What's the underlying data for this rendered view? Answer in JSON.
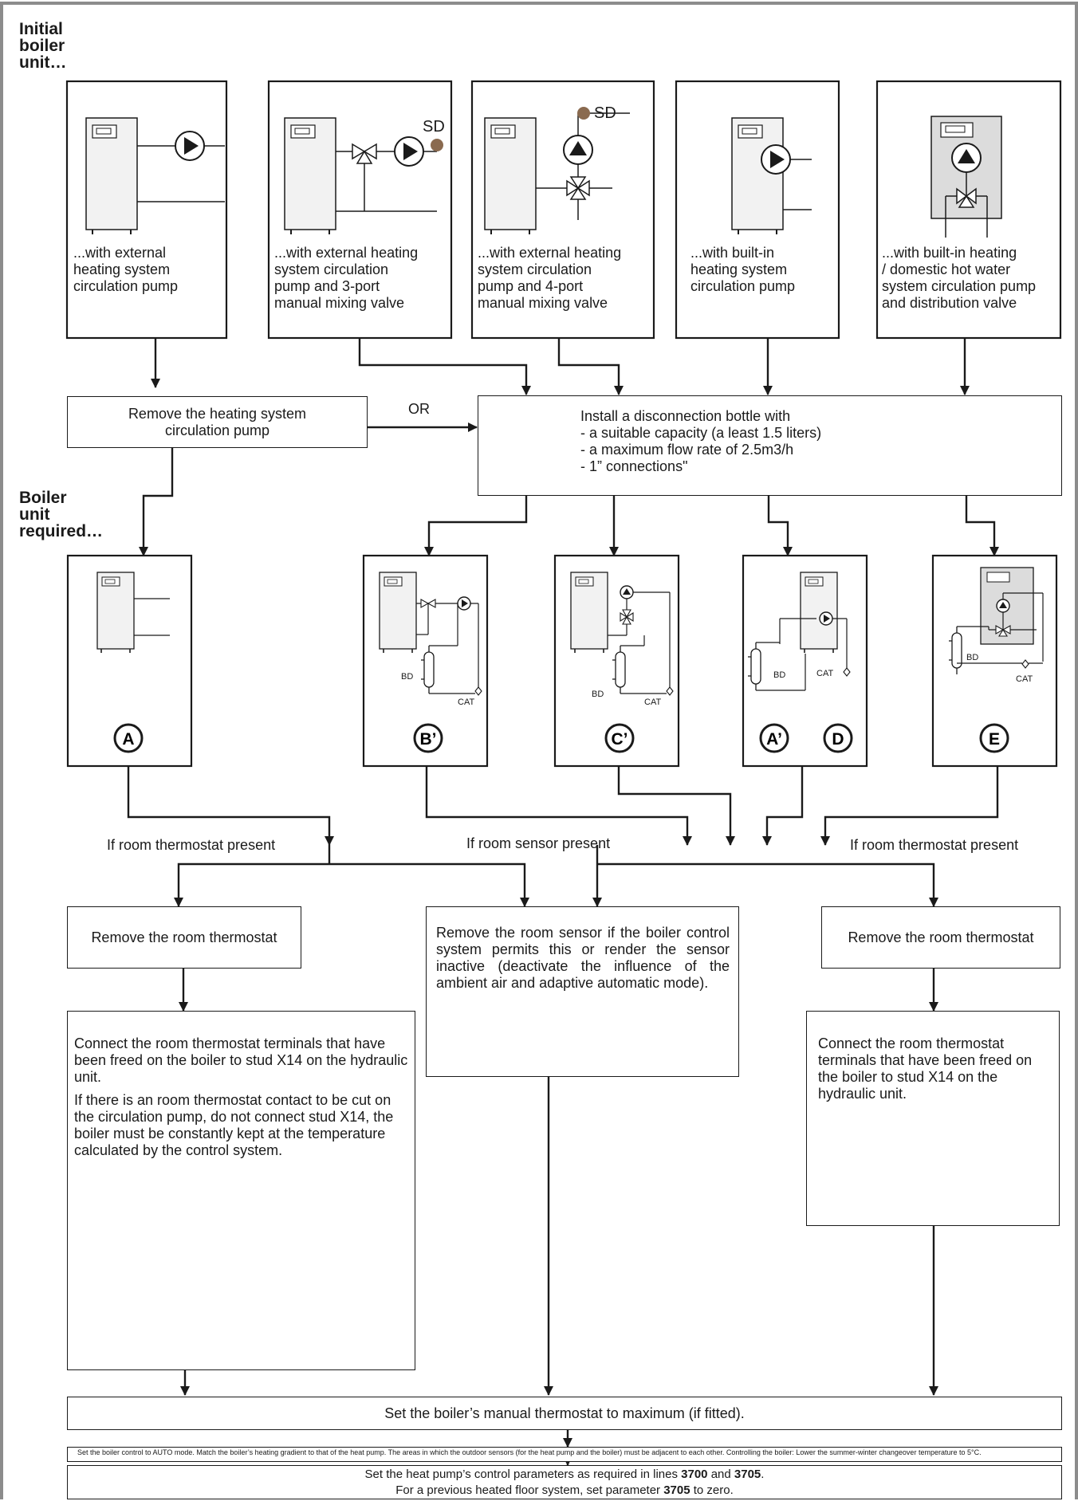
{
  "headings": {
    "initial": [
      "Initial",
      "boiler",
      "unit…"
    ],
    "required": [
      "Boiler",
      "unit",
      "required…"
    ]
  },
  "initial_units": [
    {
      "text": [
        "...with external",
        "heating system",
        "circulation pump"
      ]
    },
    {
      "text": [
        "...with external heating",
        "system circulation",
        "pump and 3-port",
        "manual mixing valve"
      ],
      "sensor": "SD"
    },
    {
      "text": [
        "...with external heating",
        "system circulation",
        "pump and 4-port",
        "manual mixing valve"
      ],
      "sensor": "SD"
    },
    {
      "text": [
        "...with built-in",
        "heating system",
        "circulation pump"
      ]
    },
    {
      "text": [
        "...with built-in heating",
        "/ domestic hot water",
        "system circulation pump",
        "and distribution valve"
      ]
    }
  ],
  "remove_pump": [
    "Remove the heating system",
    "circulation pump"
  ],
  "or_label": "OR",
  "install_bottle": [
    "Install a disconnection bottle with",
    "- a suitable capacity (a least 1.5 liters)",
    "- a maximum flow rate of 2.5m3/h",
    "- 1” connections\""
  ],
  "required_units": [
    {
      "letters": [
        "A"
      ]
    },
    {
      "letters": [
        "B’"
      ],
      "bd": "BD",
      "cat": "CAT"
    },
    {
      "letters": [
        "C’"
      ],
      "bd": "BD",
      "cat": "CAT"
    },
    {
      "letters": [
        "A’",
        "D"
      ],
      "bd": "BD",
      "cat": "CAT"
    },
    {
      "letters": [
        "E"
      ],
      "bd": "BD",
      "cat": "CAT"
    }
  ],
  "conditions": {
    "left": "If room thermostat present",
    "middle": "If room sensor present",
    "right": "If room thermostat present"
  },
  "remove_thermostat_left": "Remove the room thermostat",
  "remove_thermostat_right": "Remove the room thermostat",
  "remove_sensor": "Remove the room sensor if the boiler control system permits this or render the sensor inactive (deactivate the influence of the ambient air and adaptive automatic mode).",
  "connect_left": [
    "Connect the room thermostat terminals that have been freed on the boiler to stud X14 on the hydraulic unit.",
    "If there is an room thermostat contact to be cut on the circulation pump, do not connect stud X14, the boiler must be constantly kept at the temperature calculated by the control system."
  ],
  "connect_right": "Connect the room thermostat terminals that have been freed on the boiler to stud X14 on the hydraulic unit.",
  "manual_thermostat": "Set the boiler’s manual thermostat to maximum (if fitted).",
  "auto_mode": "Set the boiler control to AUTO mode. Match the boiler’s heating gradient to that of the heat pump. The areas in which the outdoor sensors (for the heat pump and the boiler) must be adjacent to each other. Controlling the boiler: Lower the summer-winter changeover temperature to 5°C.",
  "heat_pump": {
    "line1_pre": "Set the heat pump’s control parameters as required in lines ",
    "line1_b1": "3700",
    "line1_mid": " and ",
    "line1_b2": "3705",
    "line1_post": ".",
    "line2_pre": "For a previous heated floor system, set parameter ",
    "line2_b": "3705",
    "line2_post": " to zero."
  }
}
